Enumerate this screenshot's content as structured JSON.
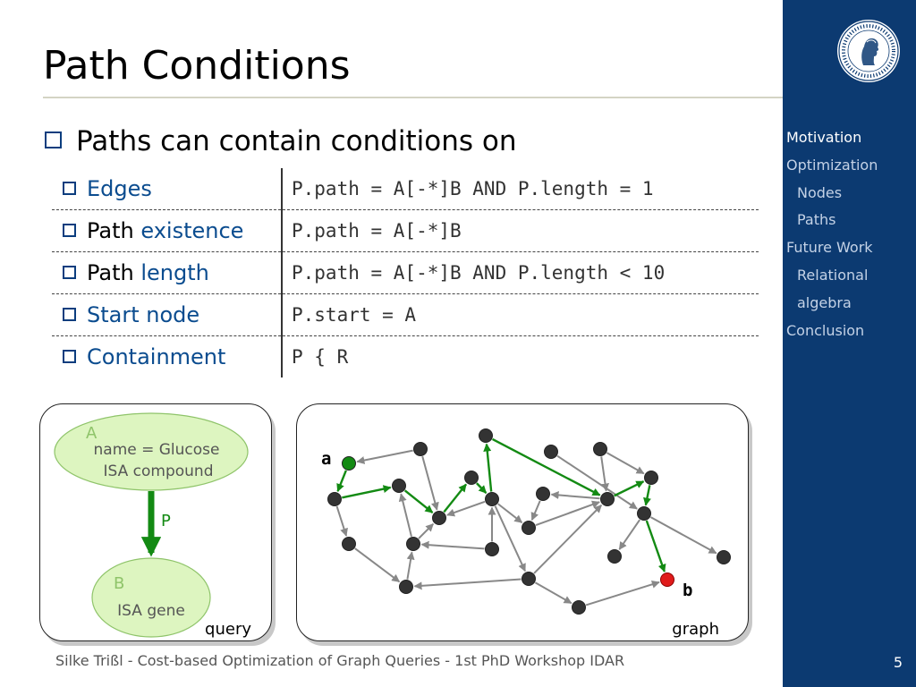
{
  "slide": {
    "title": "Path Conditions",
    "main_bullet": "Paths can contain conditions on",
    "conditions": [
      {
        "prefix": "",
        "keyword": "Edges",
        "code": "P.path = A[-*]B AND P.length = 1"
      },
      {
        "prefix": "Path ",
        "keyword": "existence",
        "code": "P.path = A[-*]B"
      },
      {
        "prefix": "Path ",
        "keyword": "length",
        "code": "P.path = A[-*]B AND P.length < 10"
      },
      {
        "prefix": "",
        "keyword": "Start node",
        "code": "P.start = A"
      },
      {
        "prefix": "",
        "keyword": "Containment",
        "code": "P { R"
      }
    ],
    "query": {
      "node_a": {
        "name": "A",
        "lines": [
          "name = Glucose",
          "ISA compound"
        ]
      },
      "node_b": {
        "name": "B",
        "lines": [
          "ISA gene"
        ]
      },
      "edge_label": "P",
      "caption": "query"
    },
    "graph": {
      "start_label": "a",
      "end_label": "b",
      "caption": "graph"
    },
    "footer": "Silke Trißl - Cost-based Optimization of Graph Queries - 1st PhD Workshop IDAR",
    "page_number": "5"
  },
  "sidebar": {
    "nav": [
      {
        "label": "Motivation",
        "level": 0,
        "active": true
      },
      {
        "label": "Optimization",
        "level": 0,
        "active": false
      },
      {
        "label": "Nodes",
        "level": 1,
        "active": false
      },
      {
        "label": "Paths",
        "level": 1,
        "active": false
      },
      {
        "label": "Future Work",
        "level": 0,
        "active": false
      },
      {
        "label": "Relational",
        "level": 1,
        "active": false
      },
      {
        "label": "algebra",
        "level": 1,
        "active": false
      },
      {
        "label": "Conclusion",
        "level": 0,
        "active": false
      }
    ]
  },
  "colors": {
    "sidebar_bg": "#0c3a71",
    "accent_blue": "#0b4c8f",
    "path_green": "#138a13",
    "node_dark": "#333333",
    "end_node_red": "#e01b1b",
    "ellipse_fill": "#ddf5c0",
    "ellipse_stroke": "#8fc46a"
  },
  "icons": [
    "university-seal-icon",
    "square-bullet-icon"
  ]
}
